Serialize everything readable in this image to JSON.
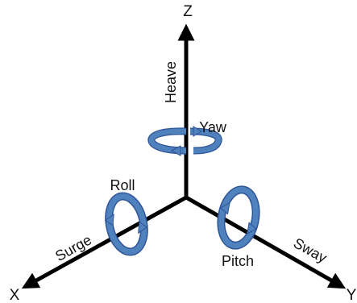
{
  "axes": {
    "z_label": "Z",
    "x_label": "X",
    "y_label": "Y"
  },
  "motions": {
    "heave": "Heave",
    "surge": "Surge",
    "sway": "Sway",
    "yaw": "Yaw",
    "roll": "Roll",
    "pitch": "Pitch"
  },
  "colors": {
    "axis": "#000000",
    "rotation_fill": "#4f81bd",
    "rotation_stroke": "#2f5597",
    "text": "#111111"
  }
}
